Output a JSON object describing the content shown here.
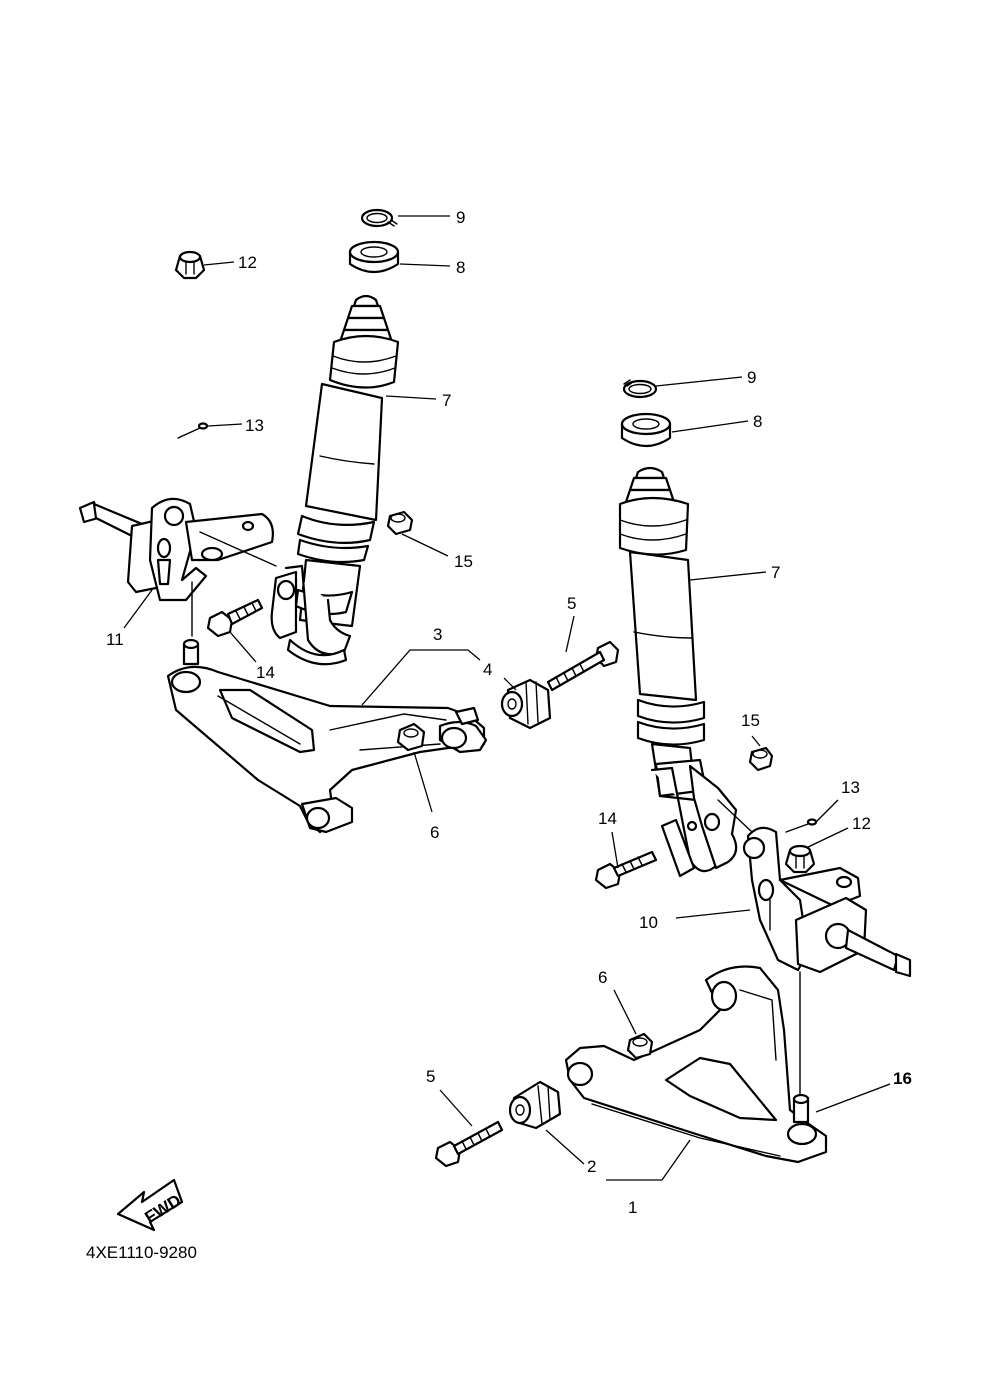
{
  "callouts": {
    "c1": "1",
    "c2": "2",
    "c3": "3",
    "c4": "4",
    "c5a": "5",
    "c5b": "5",
    "c6a": "6",
    "c6b": "6",
    "c7a": "7",
    "c7b": "7",
    "c8a": "8",
    "c8b": "8",
    "c9a": "9",
    "c9b": "9",
    "c10": "10",
    "c11": "11",
    "c12a": "12",
    "c12b": "12",
    "c13a": "13",
    "c13b": "13",
    "c14a": "14",
    "c14b": "14",
    "c15a": "15",
    "c15b": "15",
    "c16": "16"
  },
  "fwd_label": "FWD",
  "diagram_code": "4XE1110-9280"
}
